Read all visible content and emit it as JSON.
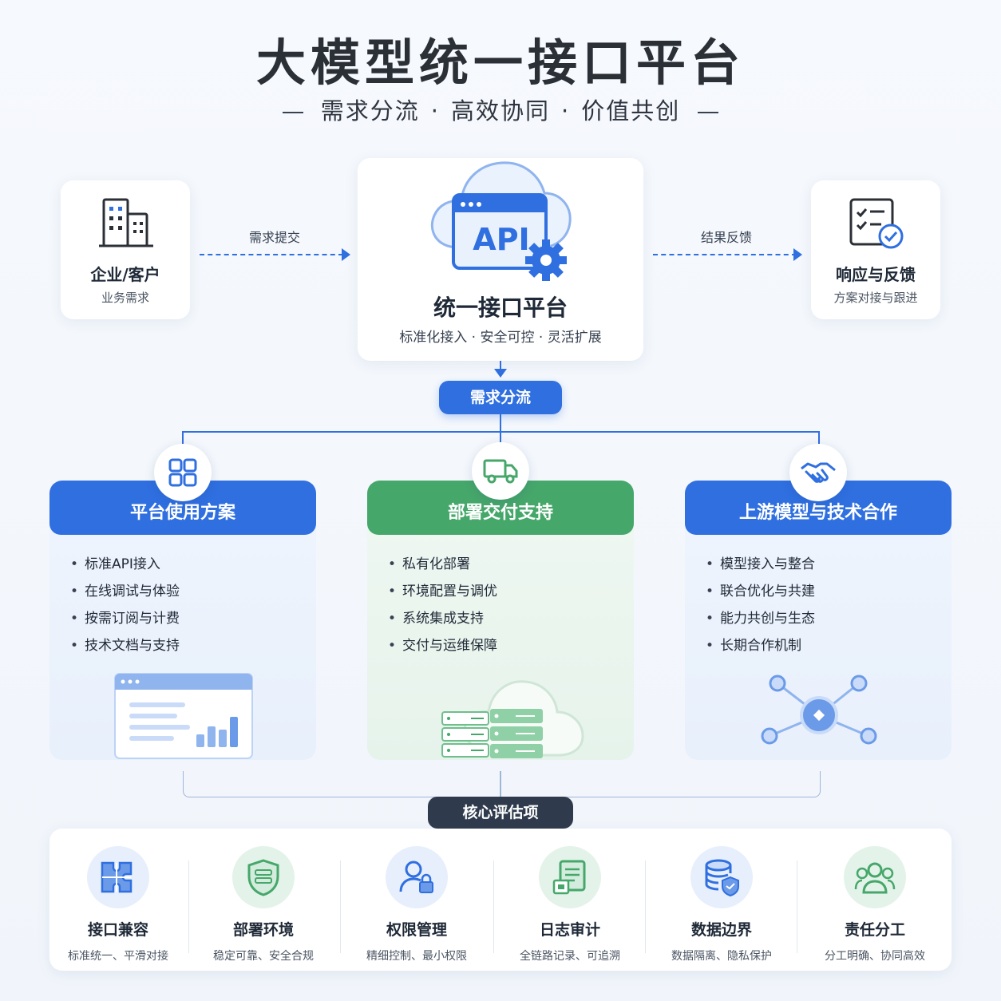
{
  "header": {
    "title": "大模型统一接口平台",
    "subtitle_parts": [
      "需求分流",
      "高效协同",
      "价值共创"
    ]
  },
  "left_card": {
    "title": "企业/客户",
    "subtitle": "业务需求",
    "icon": "building-icon"
  },
  "right_card": {
    "title": "响应与反馈",
    "subtitle": "方案对接与跟进",
    "icon": "checklist-icon"
  },
  "flow": {
    "submit_label": "需求提交",
    "feedback_label": "结果反馈"
  },
  "center": {
    "api_text": "API",
    "title": "统一接口平台",
    "features": "标准化接入 · 安全可控 · 灵活扩展",
    "icon": "cloud-api-icon"
  },
  "dispatch_label": "需求分流",
  "columns": [
    {
      "title": "平台使用方案",
      "icon": "grid-apps-icon",
      "items": [
        "标准API接入",
        "在线调试与体验",
        "按需订阅与计费",
        "技术文档与支持"
      ]
    },
    {
      "title": "部署交付支持",
      "icon": "truck-icon",
      "items": [
        "私有化部署",
        "环境配置与调优",
        "系统集成支持",
        "交付与运维保障"
      ]
    },
    {
      "title": "上游模型与技术合作",
      "icon": "handshake-icon",
      "items": [
        "模型接入与整合",
        "联合优化与共建",
        "能力共创与生态",
        "长期合作机制"
      ]
    }
  ],
  "core_label": "核心评估项",
  "core_items": [
    {
      "title": "接口兼容",
      "subtitle": "标准统一、平滑对接",
      "icon": "puzzle-icon"
    },
    {
      "title": "部署环境",
      "subtitle": "稳定可靠、安全合规",
      "icon": "shield-server-icon"
    },
    {
      "title": "权限管理",
      "subtitle": "精细控制、最小权限",
      "icon": "user-lock-icon"
    },
    {
      "title": "日志审计",
      "subtitle": "全链路记录、可追溯",
      "icon": "log-document-icon"
    },
    {
      "title": "数据边界",
      "subtitle": "数据隔离、隐私保护",
      "icon": "database-shield-icon"
    },
    {
      "title": "责任分工",
      "subtitle": "分工明确、协同高效",
      "icon": "team-icon"
    }
  ],
  "colors": {
    "blue": "#2f6fe0",
    "green": "#46a76a",
    "dark": "#2f3b4d"
  }
}
